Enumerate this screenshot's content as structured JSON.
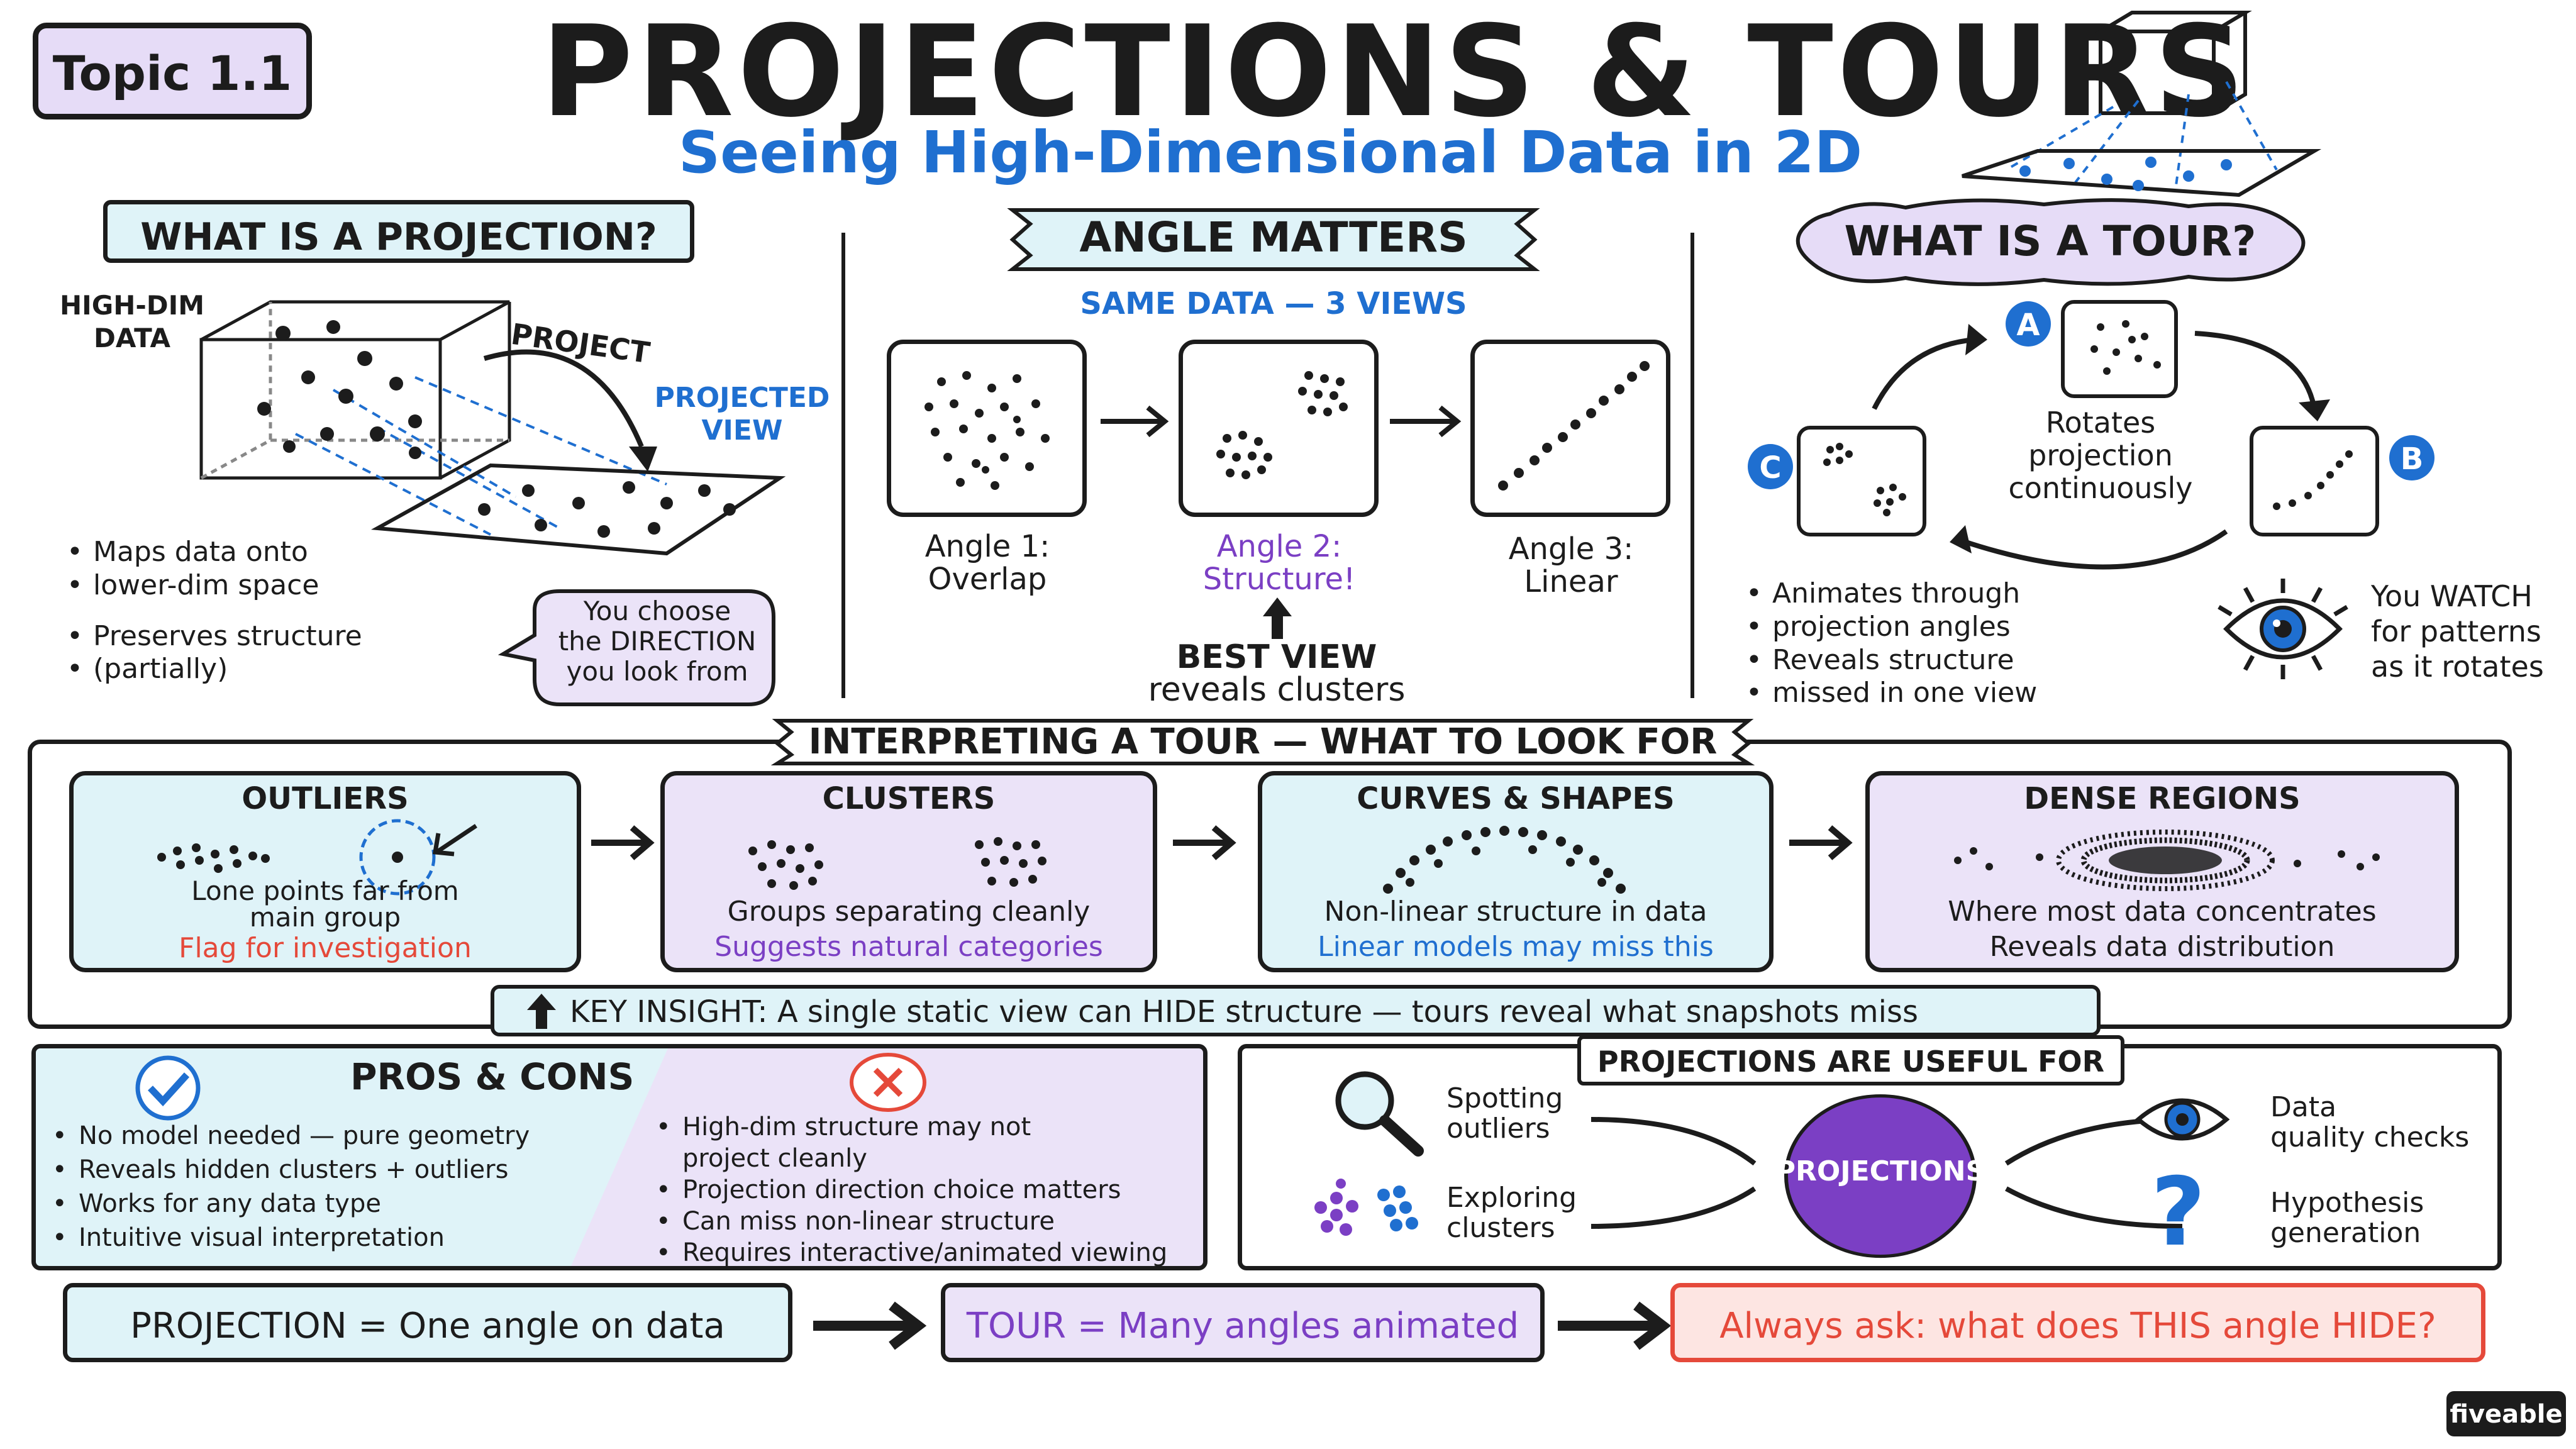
{
  "topic_tag": "Topic 1.1",
  "title": "PROJECTIONS & TOURS",
  "subtitle": "Seeing High-Dimensional Data in 2D",
  "projection": {
    "heading": "WHAT IS A PROJECTION?",
    "high_dim": [
      "HIGH-DIM",
      "DATA"
    ],
    "project_label": "PROJECT",
    "projected_view": [
      "PROJECTED",
      "VIEW"
    ],
    "bullets": [
      [
        "Maps data onto",
        "lower-dim space"
      ],
      [
        "Preserves structure",
        "(partially)"
      ]
    ],
    "bubble": [
      "You choose",
      "the DIRECTION",
      "you look from"
    ]
  },
  "angle": {
    "heading": "ANGLE MATTERS",
    "subheading": "SAME DATA — 3 VIEWS",
    "views": [
      {
        "lines": [
          "Angle 1:",
          "Overlap"
        ]
      },
      {
        "lines": [
          "Angle 2:",
          "Structure!"
        ]
      },
      {
        "lines": [
          "Angle 3:",
          "Linear"
        ]
      }
    ],
    "best_view": [
      "BEST VIEW",
      "reveals clusters"
    ]
  },
  "tour": {
    "heading": "WHAT IS A TOUR?",
    "badges": [
      "A",
      "B",
      "C"
    ],
    "center": [
      "Rotates",
      "projection",
      "continuously"
    ],
    "bullets": [
      [
        "Animates through",
        "projection angles"
      ],
      [
        "Reveals structure",
        "missed in one view"
      ]
    ],
    "watch": [
      "You WATCH",
      "for patterns",
      "as it rotates"
    ]
  },
  "interpret": {
    "heading": "INTERPRETING A TOUR — WHAT TO LOOK FOR",
    "cards": [
      {
        "title": "OUTLIERS",
        "desc": [
          "Lone points far from",
          "main group"
        ],
        "note": "Flag for investigation"
      },
      {
        "title": "CLUSTERS",
        "desc": [
          "Groups separating cleanly"
        ],
        "note": "Suggests natural categories"
      },
      {
        "title": "CURVES & SHAPES",
        "desc": [
          "Non-linear structure in data"
        ],
        "note": "Linear models may miss this"
      },
      {
        "title": "DENSE REGIONS",
        "desc": [
          "Where most data concentrates"
        ],
        "note": "Reveals data distribution"
      }
    ],
    "key_insight": "KEY INSIGHT: A single static view can HIDE structure — tours reveal what snapshots miss"
  },
  "pros_cons": {
    "heading": "PROS & CONS",
    "pros": [
      "No model needed — pure geometry",
      "Reveals hidden clusters + outliers",
      "Works for any data type",
      "Intuitive visual interpretation"
    ],
    "cons": [
      [
        "High-dim structure may not",
        "project cleanly"
      ],
      [
        "Projection direction choice matters"
      ],
      [
        "Can miss non-linear structure"
      ],
      [
        "Requires interactive/animated viewing"
      ]
    ]
  },
  "useful": {
    "heading": "PROJECTIONS ARE USEFUL FOR",
    "center": "PROJECTIONS",
    "items": [
      [
        "Spotting",
        "outliers"
      ],
      [
        "Exploring",
        "clusters"
      ],
      [
        "Data",
        "quality checks"
      ],
      [
        "Hypothesis",
        "generation"
      ]
    ]
  },
  "summary": {
    "projection": "PROJECTION = One angle on data",
    "tour": "TOUR = Many angles animated",
    "ask": "Always ask: what does THIS angle HIDE?"
  },
  "brand": "fiveable",
  "colors": {
    "ink": "#1c1c1c",
    "blue": "#1f6fd0",
    "purple": "#7b3fc4",
    "red": "#e5493a",
    "light_blue": "#dff3f8",
    "light_purple": "#ebe3f8",
    "light_red": "#fde5e2"
  }
}
